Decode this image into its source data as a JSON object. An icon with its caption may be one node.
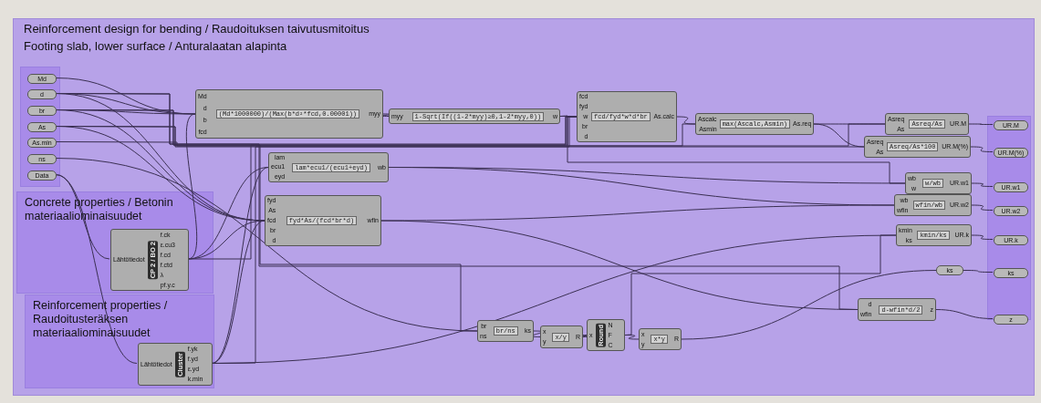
{
  "diagram": {
    "title": "Reinforcement design for bending / Raudoituksen taivutusmitoitus",
    "labels": [
      "Footing slab, lower surface / Anturalaatan alapinta"
    ],
    "nodes": [
      {
        "text": [],
        "shape": "box"
      },
      {
        "text": [
          "Md"
        ],
        "in": 0
      },
      {
        "text": [
          "d"
        ],
        "in": 0
      },
      {
        "text": [
          "br"
        ],
        "in": 0
      },
      {
        "text": [
          "As"
        ],
        "in": 0
      },
      {
        "text": [
          "As.min"
        ],
        "in": 0
      },
      {
        "text": [
          "ns"
        ],
        "in": 0
      },
      {
        "text": [
          "Data"
        ],
        "in": 0
      },
      {
        "text": [
          "Concrete properties / Betonin materiaaliominaisuudet"
        ]
      },
      {
        "text": [
          "Lähtötiedot",
          "CP 2 / BO 2",
          "f.ck",
          "ε.cu3",
          "f.cd",
          "f.ctd",
          "λ",
          "pf.y.c"
        ],
        "in": 8
      },
      {
        "text": [
          "Reinforcement properties / Raudoitusteräksen materiaaliominaisuudet"
        ]
      },
      {
        "text": [
          "Lähtötiedot",
          "Cluster",
          "f.yk",
          "f.yd",
          "ε.yd",
          "k.min"
        ],
        "in": 10
      },
      {
        "text": [
          "Md",
          "d",
          "b",
          "fcd",
          "(Md*1000000)/(Max(b*d²*fcd,0.00001))",
          "myy"
        ]
      },
      {
        "text": [
          "myy",
          "1-Sqrt(If((1-2*myy)≥0,1-2*myy,0))",
          "w"
        ]
      },
      {
        "text": [
          "lam",
          "ecu1",
          "eyd",
          "lam*ecu1/(ecu1+eyd)",
          "wb"
        ]
      },
      {
        "text": [
          "fyd",
          "As",
          "fcd",
          "br",
          "d",
          "fyd*As/(fcd*br*d)",
          "wfin"
        ]
      },
      {
        "text": [
          "fcd",
          "fyd",
          "w",
          "br",
          "d",
          "fcd/fyd*w*d*br",
          "As.calc"
        ]
      },
      {
        "text": [
          "Ascalc",
          "Asmin",
          "max(Ascalc,Asmin)",
          "As.req"
        ]
      },
      {
        "text": [
          "Asreq",
          "As",
          "Asreq/As",
          "UR.M"
        ]
      },
      {
        "text": [
          "Asreq",
          "As",
          "Asreq/As*100",
          "UR.M(%)"
        ]
      },
      {
        "text": [
          "wb",
          "w",
          "w/wb",
          "UR.w1"
        ]
      },
      {
        "text": [
          "wb",
          "wfin",
          "wfin/wb",
          "UR.w2"
        ]
      },
      {
        "text": [
          "kmin",
          "ks",
          "kmin/ks",
          "UR.k"
        ]
      },
      {
        "text": [
          "br",
          "ns",
          "br/ns",
          "ks"
        ]
      },
      {
        "text": [
          "x",
          "y",
          "x/y",
          "R"
        ]
      },
      {
        "text": [
          "x",
          "Round",
          "N",
          "F",
          "C"
        ]
      },
      {
        "text": [
          "x",
          "y",
          "x*y",
          "R"
        ]
      },
      {
        "text": [
          "ks"
        ]
      },
      {
        "text": [
          "d",
          "wfin",
          "d-wfin*d/2",
          "z"
        ]
      },
      {
        "text": [],
        "shape": "box"
      },
      {
        "text": [
          "UR.M"
        ],
        "in": 29
      },
      {
        "text": [
          "UR.M(%)"
        ],
        "in": 29
      },
      {
        "text": [
          "UR.w1"
        ],
        "in": 29
      },
      {
        "text": [
          "UR.w2"
        ],
        "in": 29
      },
      {
        "text": [
          "UR.k"
        ],
        "in": 29
      },
      {
        "text": [
          "ks"
        ],
        "in": 29
      },
      {
        "text": [
          "z"
        ],
        "in": 29
      }
    ],
    "edges": [
      {
        "from": 7,
        "to": 9,
        "arrow": "none"
      },
      {
        "from": 7,
        "to": 11,
        "arrow": "none"
      },
      {
        "from": 1,
        "to": 12,
        "arrow": "none"
      },
      {
        "from": 2,
        "to": 12,
        "arrow": "none"
      },
      {
        "from": 3,
        "to": 12,
        "arrow": "none"
      },
      {
        "from": 9,
        "to": 12,
        "arrow": "none"
      },
      {
        "from": 12,
        "to": 13,
        "arrow": "none"
      },
      {
        "from": 9,
        "to": 14,
        "arrow": "none"
      },
      {
        "from": 11,
        "to": 14,
        "arrow": "none"
      },
      {
        "from": 11,
        "to": 15,
        "arrow": "none"
      },
      {
        "from": 4,
        "to": 15,
        "arrow": "none"
      },
      {
        "from": 9,
        "to": 15,
        "arrow": "none"
      },
      {
        "from": 3,
        "to": 15,
        "arrow": "none"
      },
      {
        "from": 2,
        "to": 15,
        "arrow": "none"
      },
      {
        "from": 9,
        "to": 16,
        "arrow": "none"
      },
      {
        "from": 11,
        "to": 16,
        "arrow": "none"
      },
      {
        "from": 13,
        "to": 16,
        "arrow": "none"
      },
      {
        "from": 3,
        "to": 16,
        "arrow": "none"
      },
      {
        "from": 2,
        "to": 16,
        "arrow": "none"
      },
      {
        "from": 16,
        "to": 17,
        "arrow": "none"
      },
      {
        "from": 5,
        "to": 17,
        "arrow": "none"
      },
      {
        "from": 17,
        "to": 18,
        "arrow": "none"
      },
      {
        "from": 4,
        "to": 18,
        "arrow": "none"
      },
      {
        "from": 17,
        "to": 19,
        "arrow": "none"
      },
      {
        "from": 4,
        "to": 19,
        "arrow": "none"
      },
      {
        "from": 14,
        "to": 20,
        "arrow": "none"
      },
      {
        "from": 13,
        "to": 20,
        "arrow": "none"
      },
      {
        "from": 14,
        "to": 21,
        "arrow": "none"
      },
      {
        "from": 15,
        "to": 21,
        "arrow": "none"
      },
      {
        "from": 11,
        "to": 22,
        "arrow": "none"
      },
      {
        "from": 25,
        "to": 22,
        "arrow": "none"
      },
      {
        "from": 3,
        "to": 23,
        "arrow": "none"
      },
      {
        "from": 6,
        "to": 23,
        "arrow": "none"
      },
      {
        "from": 23,
        "to": 24,
        "arrow": "none"
      },
      {
        "from": 24,
        "to": 25,
        "arrow": "none"
      },
      {
        "from": 25,
        "to": 26,
        "arrow": "none"
      },
      {
        "from": 26,
        "to": 27,
        "arrow": "none"
      },
      {
        "from": 2,
        "to": 28,
        "arrow": "none"
      },
      {
        "from": 15,
        "to": 28,
        "arrow": "none"
      },
      {
        "from": 18,
        "to": 30,
        "arrow": "none"
      },
      {
        "from": 19,
        "to": 31,
        "arrow": "none"
      },
      {
        "from": 20,
        "to": 32,
        "arrow": "none"
      },
      {
        "from": 21,
        "to": 33,
        "arrow": "none"
      },
      {
        "from": 22,
        "to": 34,
        "arrow": "none"
      },
      {
        "from": 27,
        "to": 35,
        "arrow": "none"
      },
      {
        "from": 28,
        "to": 36,
        "arrow": "none"
      }
    ]
  }
}
